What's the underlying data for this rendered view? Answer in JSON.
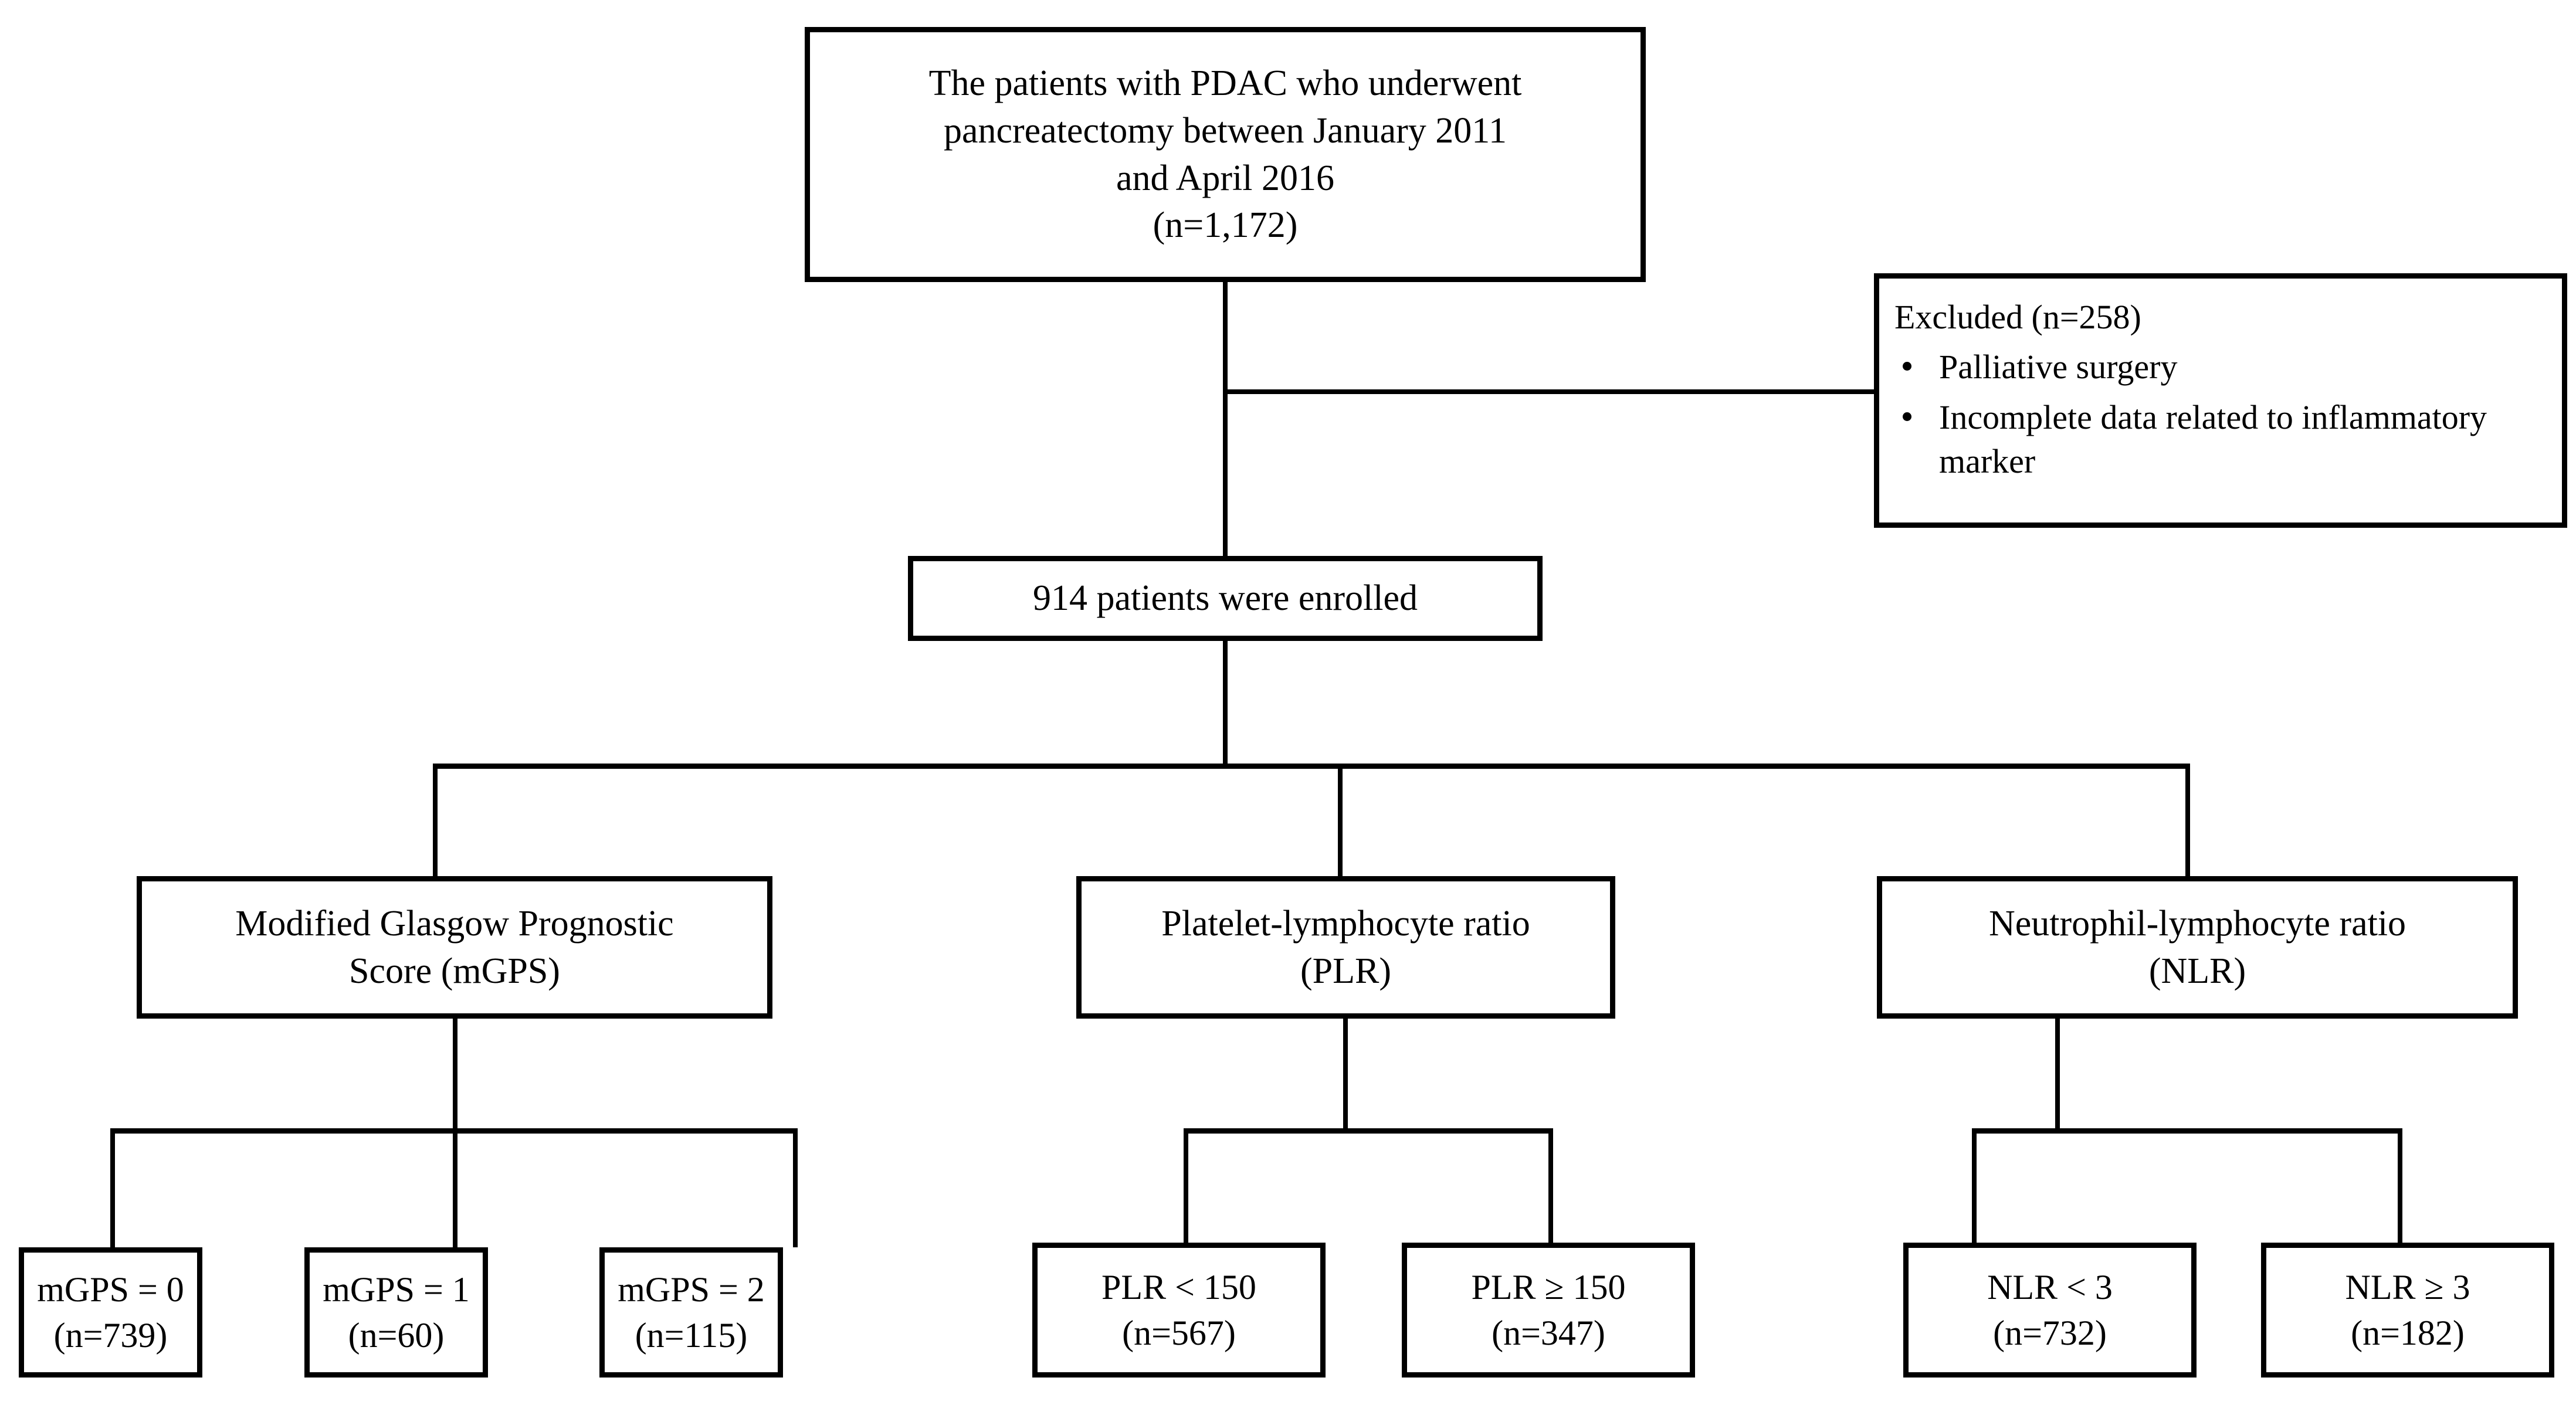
{
  "figure": {
    "kind": "patient-selection-flowchart",
    "orientation": "top-down"
  },
  "nodes": {
    "source_cohort": {
      "id": "source-cohort",
      "lines": [
        "The patients with PDAC who underwent",
        "pancreatectomy between January 2011",
        "and April 2016",
        "(n=1,172)"
      ],
      "n": "1,172"
    },
    "excluded": {
      "id": "excluded",
      "heading": "Excluded (n=258)",
      "n": "258",
      "reasons": [
        "Palliative surgery",
        "Incomplete data related to inflammatory marker"
      ]
    },
    "enrolled": {
      "id": "enrolled",
      "lines": [
        "914 patients were enrolled"
      ],
      "n": "914"
    },
    "groups": [
      {
        "id": "mgps-group",
        "lines": [
          "Modified Glasgow Prognostic",
          "Score (mGPS)"
        ],
        "abbr": "mGPS"
      },
      {
        "id": "plr-group",
        "lines": [
          "Platelet-lymphocyte ratio",
          "(PLR)"
        ],
        "abbr": "PLR"
      },
      {
        "id": "nlr-group",
        "lines": [
          "Neutrophil-lymphocyte ratio",
          "(NLR)"
        ],
        "abbr": "NLR"
      }
    ],
    "strata": [
      {
        "id": "mgps-0",
        "label": "mGPS = 0",
        "count": "(n=739)",
        "n": "739"
      },
      {
        "id": "mgps-1",
        "label": "mGPS = 1",
        "count": "(n=60)",
        "n": "60"
      },
      {
        "id": "mgps-2",
        "label": "mGPS = 2",
        "count": "(n=115)",
        "n": "115"
      },
      {
        "id": "plr-low",
        "label": "PLR < 150",
        "count": "(n=567)",
        "n": "567"
      },
      {
        "id": "plr-high",
        "label": "PLR ≥ 150",
        "count": "(n=347)",
        "n": "347"
      },
      {
        "id": "nlr-low",
        "label": "NLR < 3",
        "count": "(n=732)",
        "n": "732"
      },
      {
        "id": "nlr-high",
        "label": "NLR ≥ 3",
        "count": "(n=182)",
        "n": "182"
      }
    ]
  },
  "colors": {
    "stroke": "#000000",
    "fill": "#ffffff",
    "text": "#000000"
  },
  "chart_data": {
    "type": "flowchart",
    "title": "Patient selection flow diagram",
    "flow": [
      {
        "step": "assessed",
        "label": "The patients with PDAC who underwent pancreatectomy between January 2011 and April 2016",
        "n": 1172
      },
      {
        "step": "excluded",
        "label": "Excluded",
        "n": 258,
        "reasons": [
          "Palliative surgery",
          "Incomplete data related to inflammatory marker"
        ]
      },
      {
        "step": "enrolled",
        "label": "914 patients were enrolled",
        "n": 914
      }
    ],
    "stratifications": [
      {
        "marker": "Modified Glasgow Prognostic Score (mGPS)",
        "categories": [
          "mGPS = 0",
          "mGPS = 1",
          "mGPS = 2"
        ],
        "values": [
          739,
          60,
          115
        ]
      },
      {
        "marker": "Platelet-lymphocyte ratio (PLR)",
        "categories": [
          "PLR < 150",
          "PLR ≥ 150"
        ],
        "values": [
          567,
          347
        ]
      },
      {
        "marker": "Neutrophil-lymphocyte ratio (NLR)",
        "categories": [
          "NLR < 3",
          "NLR ≥ 3"
        ],
        "values": [
          732,
          182
        ]
      }
    ]
  }
}
